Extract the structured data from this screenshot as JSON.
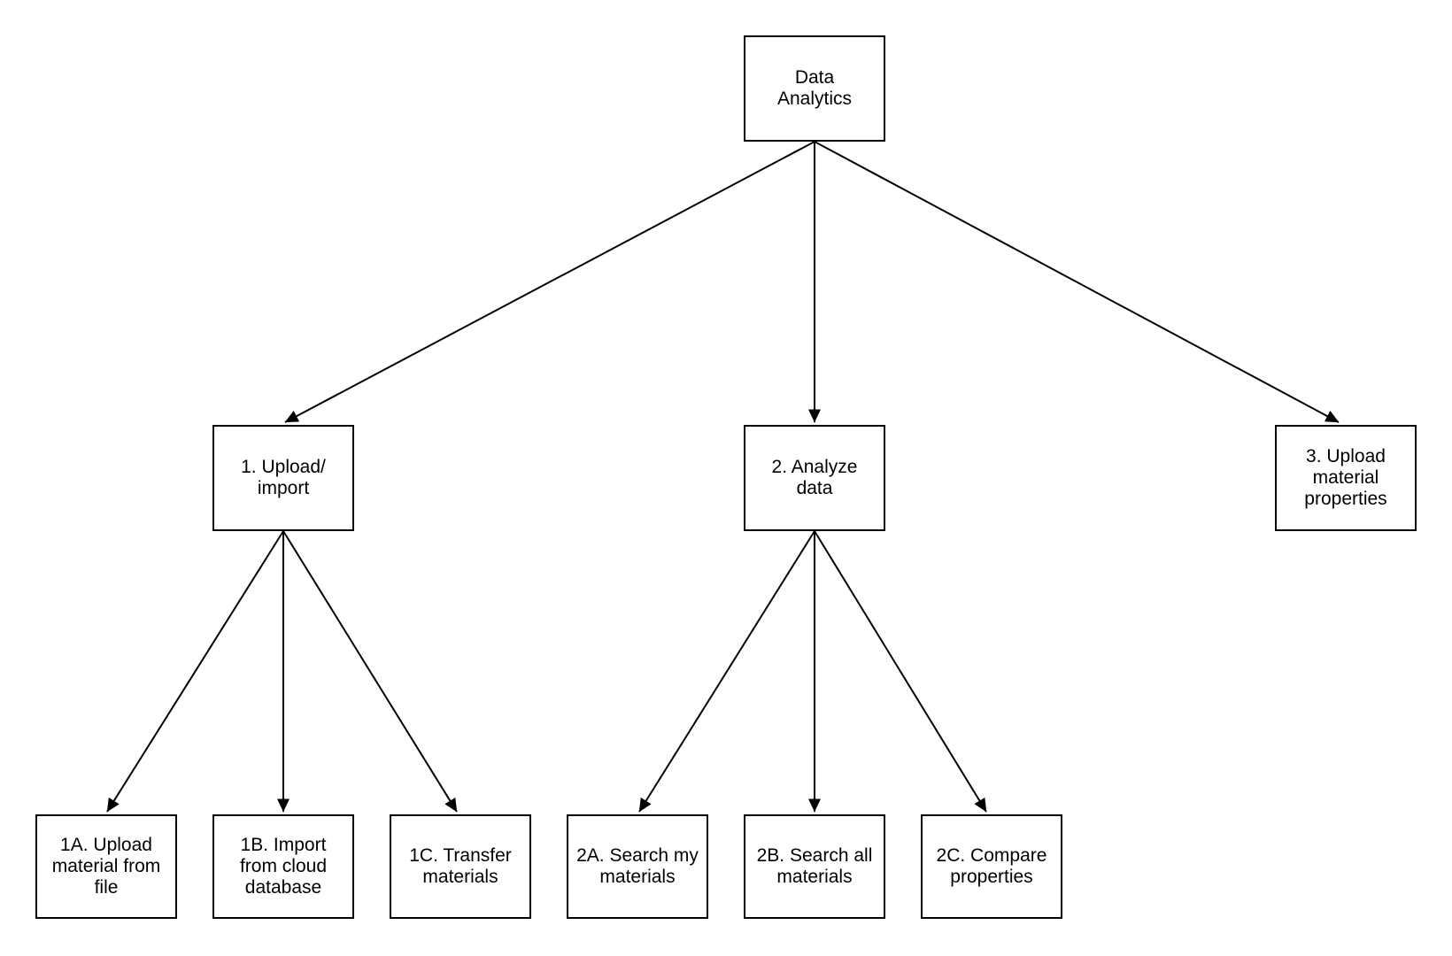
{
  "diagram": {
    "type": "tree-flowchart",
    "nodes": [
      {
        "id": "root",
        "label": "Data\nAnalytics"
      },
      {
        "id": "n1",
        "label": "1. Upload/\nimport"
      },
      {
        "id": "n2",
        "label": "2. Analyze\ndata"
      },
      {
        "id": "n3",
        "label": "3. Upload\nmaterial\nproperties"
      },
      {
        "id": "n1a",
        "label": "1A. Upload\nmaterial from\nfile"
      },
      {
        "id": "n1b",
        "label": "1B. Import\nfrom cloud\ndatabase"
      },
      {
        "id": "n1c",
        "label": "1C. Transfer\nmaterials"
      },
      {
        "id": "n2a",
        "label": "2A. Search my\nmaterials"
      },
      {
        "id": "n2b",
        "label": "2B. Search all\nmaterials"
      },
      {
        "id": "n2c",
        "label": "2C. Compare\nproperties"
      }
    ],
    "edges": [
      {
        "from": "root",
        "to": "n1"
      },
      {
        "from": "root",
        "to": "n2"
      },
      {
        "from": "root",
        "to": "n3"
      },
      {
        "from": "n1",
        "to": "n1a"
      },
      {
        "from": "n1",
        "to": "n1b"
      },
      {
        "from": "n1",
        "to": "n1c"
      },
      {
        "from": "n2",
        "to": "n2a"
      },
      {
        "from": "n2",
        "to": "n2b"
      },
      {
        "from": "n2",
        "to": "n2c"
      }
    ]
  },
  "colors": {
    "background": "#ffffff",
    "node_fill": "#ffffff",
    "node_border": "#000000",
    "text": "#000000",
    "arrow": "#000000"
  }
}
